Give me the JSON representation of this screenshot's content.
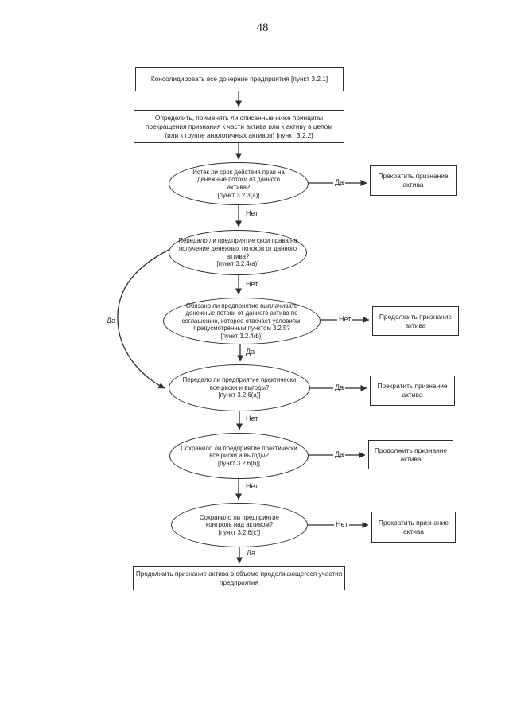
{
  "page_number": "48",
  "colors": {
    "ink": "#2e2e2e",
    "paper": "#ffffff"
  },
  "flowchart": {
    "process_boxes": {
      "consolidate": "Консолидировать все дочерние предприятия [пункт 3.2.1]",
      "determine": "Определить, применять ли описанные ниже принципы\nпрекращения признания к части актива или к активу в целом\n(или к группе аналогичных активов) [пункт 3.2.2]",
      "continuing_involvement": "Продолжить признание актива в объеме продолжающегося участия\nпредприятия"
    },
    "decisions": {
      "rights_expired": "Истек ли срок действия прав на\nденежные потоки от данного\nактива?\n[пункт 3.2 3(а)]",
      "transferred_rights": "Передало ли предприятие свои права на\nполучение денежных потоков от данного\nактива?\n[пункт 3.2.4(а)]",
      "obligation_to_pay": "Обязано ли предприятие выплачивать\nденежные потоки от данного актива по\nсоглашению, которое отвечает условиям,\nпредусмотренным пунктом 3.2.5?\n[пункт 3.2.4(b)]",
      "transferred_risks_rewards": "Передало ли предприятие практически\nвсе риски и выгоды?\n[пункт 3.2.6(а)]",
      "retained_risks_rewards": "Сохранило ли предприятие практически\nвсе риски и выгоды?\n[пункт 3.2.6(b)]",
      "retained_control": "Сохранило ли предприятие\nконтроль над активом?\n[пункт 3.2.6(с)]"
    },
    "results": {
      "derecognize_1": "Прекратить признание\nактива",
      "continue_1": "Продолжить признание\nактива",
      "derecognize_2": "Прекратить признание\nактива",
      "continue_2": "Продолжить признание\nактива",
      "derecognize_3": "Прекратить признание\nактива"
    },
    "edge_labels": {
      "e1_yes": "Да",
      "e1_no": "Нет",
      "e2_yes": "Да",
      "e2_no": "Нет",
      "e3_no": "Нет",
      "e3_yes": "Да",
      "e4_yes": "Да",
      "e4_no": "Нет",
      "e5_yes": "Да",
      "e5_no": "Нет",
      "e6_no": "Нет",
      "e6_yes": "Да"
    }
  }
}
